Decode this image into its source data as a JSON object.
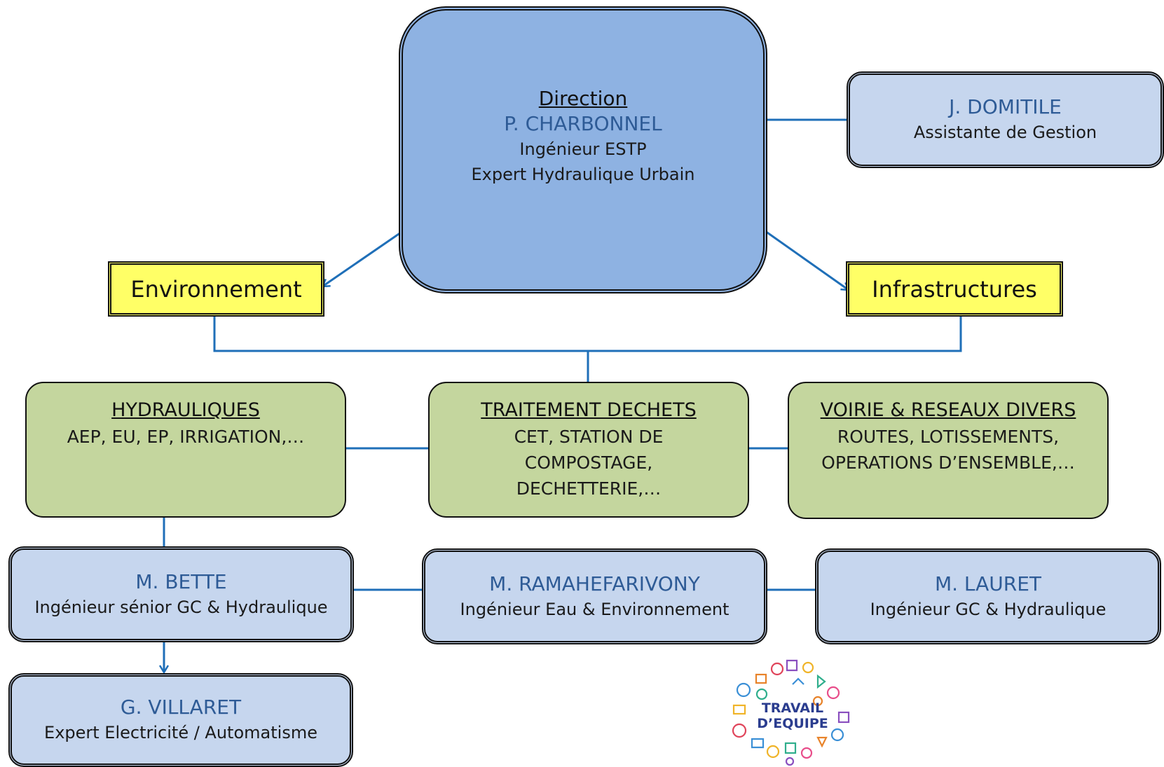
{
  "direction": {
    "heading": "Direction",
    "name": "P. CHARBONNEL",
    "line1": "Ingénieur ESTP",
    "line2": "Expert Hydraulique Urbain"
  },
  "assistant": {
    "name": "J. DOMITILE",
    "role": "Assistante de Gestion"
  },
  "divisions": {
    "environment": "Environnement",
    "infrastructure": "Infrastructures"
  },
  "domains": {
    "hydraulics": {
      "heading": "HYDRAULIQUES",
      "line1": "AEP, EU, EP, IRRIGATION,…"
    },
    "waste": {
      "heading": "TRAITEMENT DECHETS",
      "line1": "CET, STATION DE",
      "line2": "COMPOSTAGE,",
      "line3": "DECHETTERIE,…"
    },
    "roads": {
      "heading": "VOIRIE & RESEAUX DIVERS",
      "line1": "ROUTES, LOTISSEMENTS,",
      "line2": "OPERATIONS D’ENSEMBLE,…"
    }
  },
  "engineers": {
    "bette": {
      "name": "M. BETTE",
      "role": "Ingénieur sénior GC & Hydraulique"
    },
    "ramahefarivony": {
      "name": "M. RAMAHEFARIVONY",
      "role": "Ingénieur Eau & Environnement"
    },
    "lauret": {
      "name": "M. LAURET",
      "role": "Ingénieur GC & Hydraulique"
    },
    "villaret": {
      "name": "G. VILLARET",
      "role": "Expert Electricité / Automatisme"
    }
  },
  "logo": {
    "line1": "TRAVAIL",
    "line2": "D’EQUIPE"
  },
  "colors": {
    "connector": "#1f6fb8",
    "direction_fill": "#8eb2e2",
    "person_fill": "#c6d6ee",
    "person_name": "#2e5b96",
    "division_fill": "#ffff66",
    "domain_fill": "#c4d69e"
  }
}
